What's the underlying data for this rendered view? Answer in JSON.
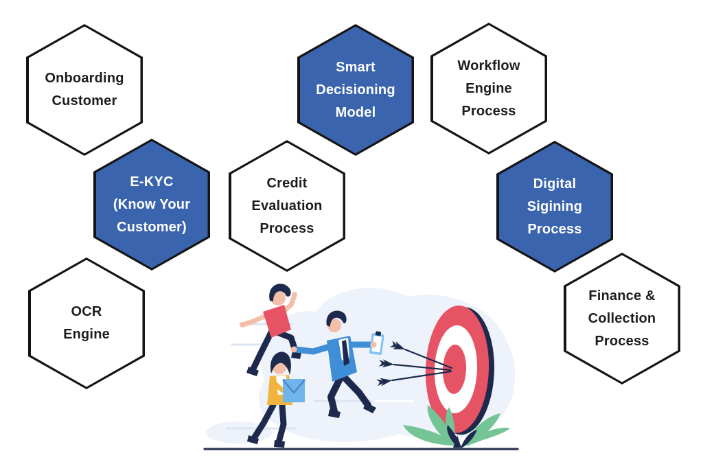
{
  "diagram": {
    "hexagons": [
      {
        "id": "onboarding-customer",
        "variant": "white",
        "lines": [
          "Onboarding",
          "Customer"
        ]
      },
      {
        "id": "smart-decisioning-model",
        "variant": "blue",
        "lines": [
          "Smart",
          "Decisioning",
          "Model"
        ]
      },
      {
        "id": "workflow-engine-process",
        "variant": "white",
        "lines": [
          "Workflow",
          "Engine",
          "Process"
        ]
      },
      {
        "id": "e-kyc-know-your-customer",
        "variant": "blue",
        "lines": [
          "E-KYC",
          "(Know Your",
          "Customer)"
        ]
      },
      {
        "id": "credit-evaluation-process",
        "variant": "white",
        "lines": [
          "Credit",
          "Evaluation",
          "Process"
        ]
      },
      {
        "id": "digital-sigining-process",
        "variant": "blue",
        "lines": [
          "Digital",
          "Sigining",
          "Process"
        ]
      },
      {
        "id": "ocr-engine",
        "variant": "white",
        "lines": [
          "OCR",
          "Engine"
        ]
      },
      {
        "id": "finance-collection-process",
        "variant": "white",
        "lines": [
          "Finance &",
          "Collection",
          "Process"
        ]
      }
    ],
    "colors": {
      "hex_blue": "#3a64ad",
      "hex_border": "#141414",
      "text_dark": "#1d1d1d",
      "text_light": "#ffffff",
      "illus_red": "#e65364",
      "illus_blue": "#3f8ed8",
      "illus_yellow": "#f0b43f",
      "illus_navy": "#1d2a4e",
      "illus_green": "#74c496",
      "illus_lightblue": "#8fd0f5",
      "illus_blob": "#eef2fa",
      "illus_skin": "#f4bfa8",
      "illus_line": "#dce3f1",
      "illus_ground": "#2a3350"
    }
  }
}
